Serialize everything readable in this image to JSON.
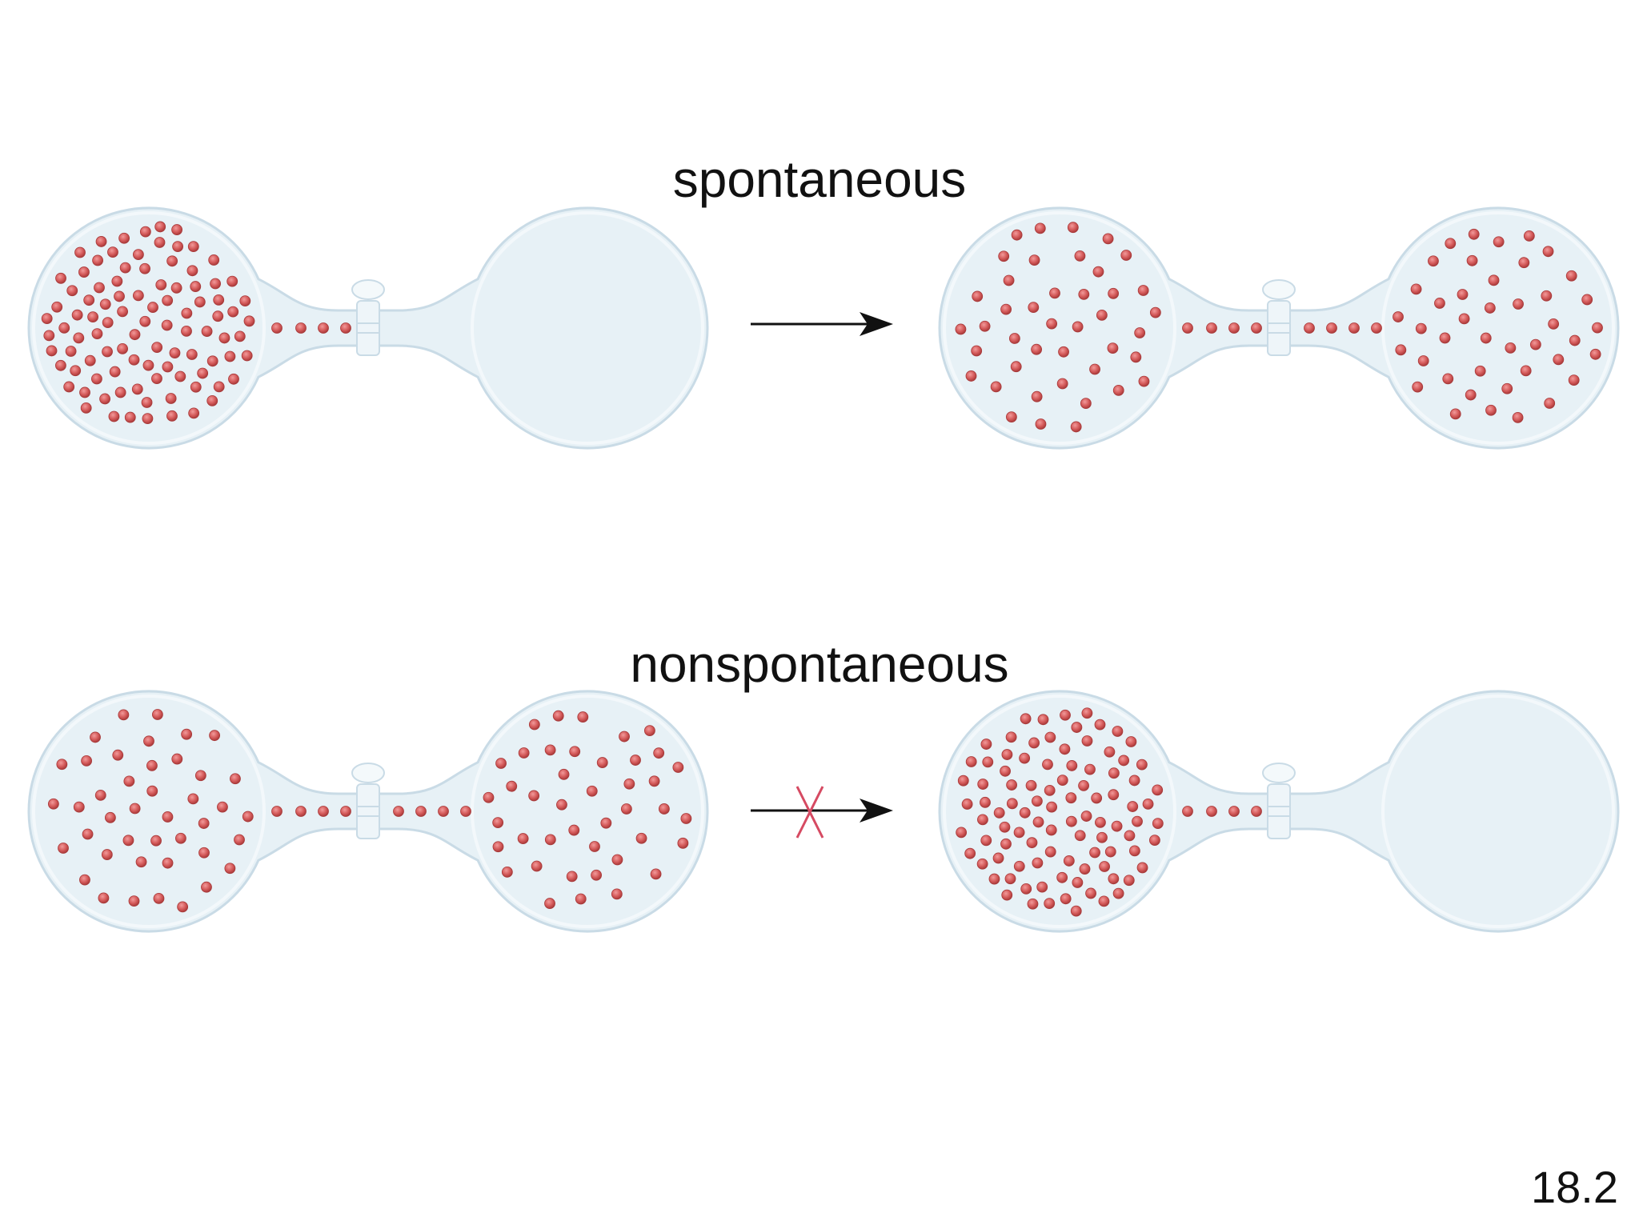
{
  "labels": {
    "top": "spontaneous",
    "bottom": "nonspontaneous"
  },
  "slide_number": "18.2",
  "colors": {
    "flask_fill": "#e7f1f6",
    "flask_edge": "#c9dbe6",
    "particle": "#cf5050",
    "particle_edge": "#a83a3a",
    "arrow": "#111111",
    "cross": "#d64a62"
  },
  "panels": [
    {
      "row": "top",
      "side": "left",
      "left_particles": "dense",
      "right_particles": "none",
      "tube_particles": "left"
    },
    {
      "row": "top",
      "side": "right",
      "left_particles": "sparse",
      "right_particles": "sparse",
      "tube_particles": "both"
    },
    {
      "row": "bottom",
      "side": "left",
      "left_particles": "sparse",
      "right_particles": "sparse",
      "tube_particles": "both"
    },
    {
      "row": "bottom",
      "side": "right",
      "left_particles": "dense",
      "right_particles": "none",
      "tube_particles": "left"
    }
  ],
  "arrows": [
    {
      "row": "top",
      "crossed": false
    },
    {
      "row": "bottom",
      "crossed": true
    }
  ]
}
